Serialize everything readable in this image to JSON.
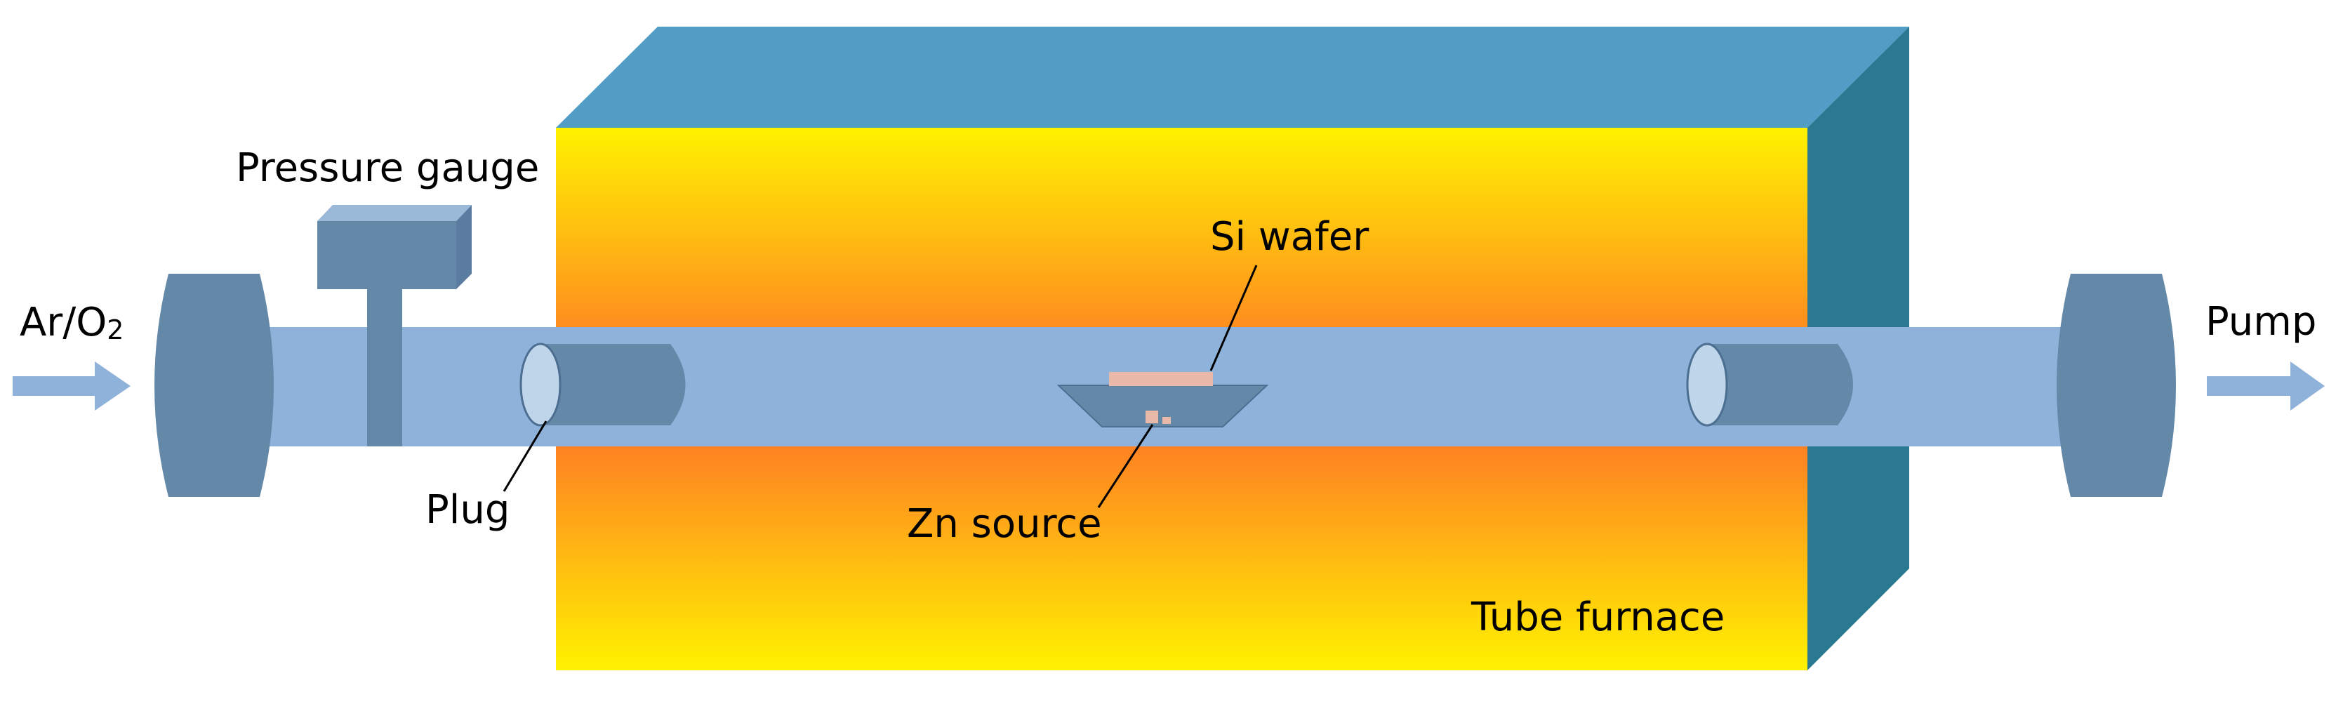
{
  "labels": {
    "gas_inlet": "Ar/O",
    "gas_inlet_subscript": "2",
    "pressure_gauge": "Pressure gauge",
    "plug": "Plug",
    "si_wafer": "Si wafer",
    "zn_source": "Zn source",
    "pump": "Pump",
    "tube_furnace": "Tube furnace"
  },
  "colors": {
    "furnace_top": "#529DC6",
    "furnace_side": "#2A7990",
    "furnace_front_edge": "#FFF200",
    "furnace_front_center": "#FF6A2A",
    "tube": "#8EB2DA",
    "flange": "#6488A8",
    "plug_body": "#6488A8",
    "plug_face": "#BFD6EA",
    "wafer": "#E8B8A8",
    "arrow": "#8EB2DA"
  },
  "icons": {
    "inlet_arrow": "arrow-right-icon",
    "outlet_arrow": "arrow-right-icon"
  }
}
